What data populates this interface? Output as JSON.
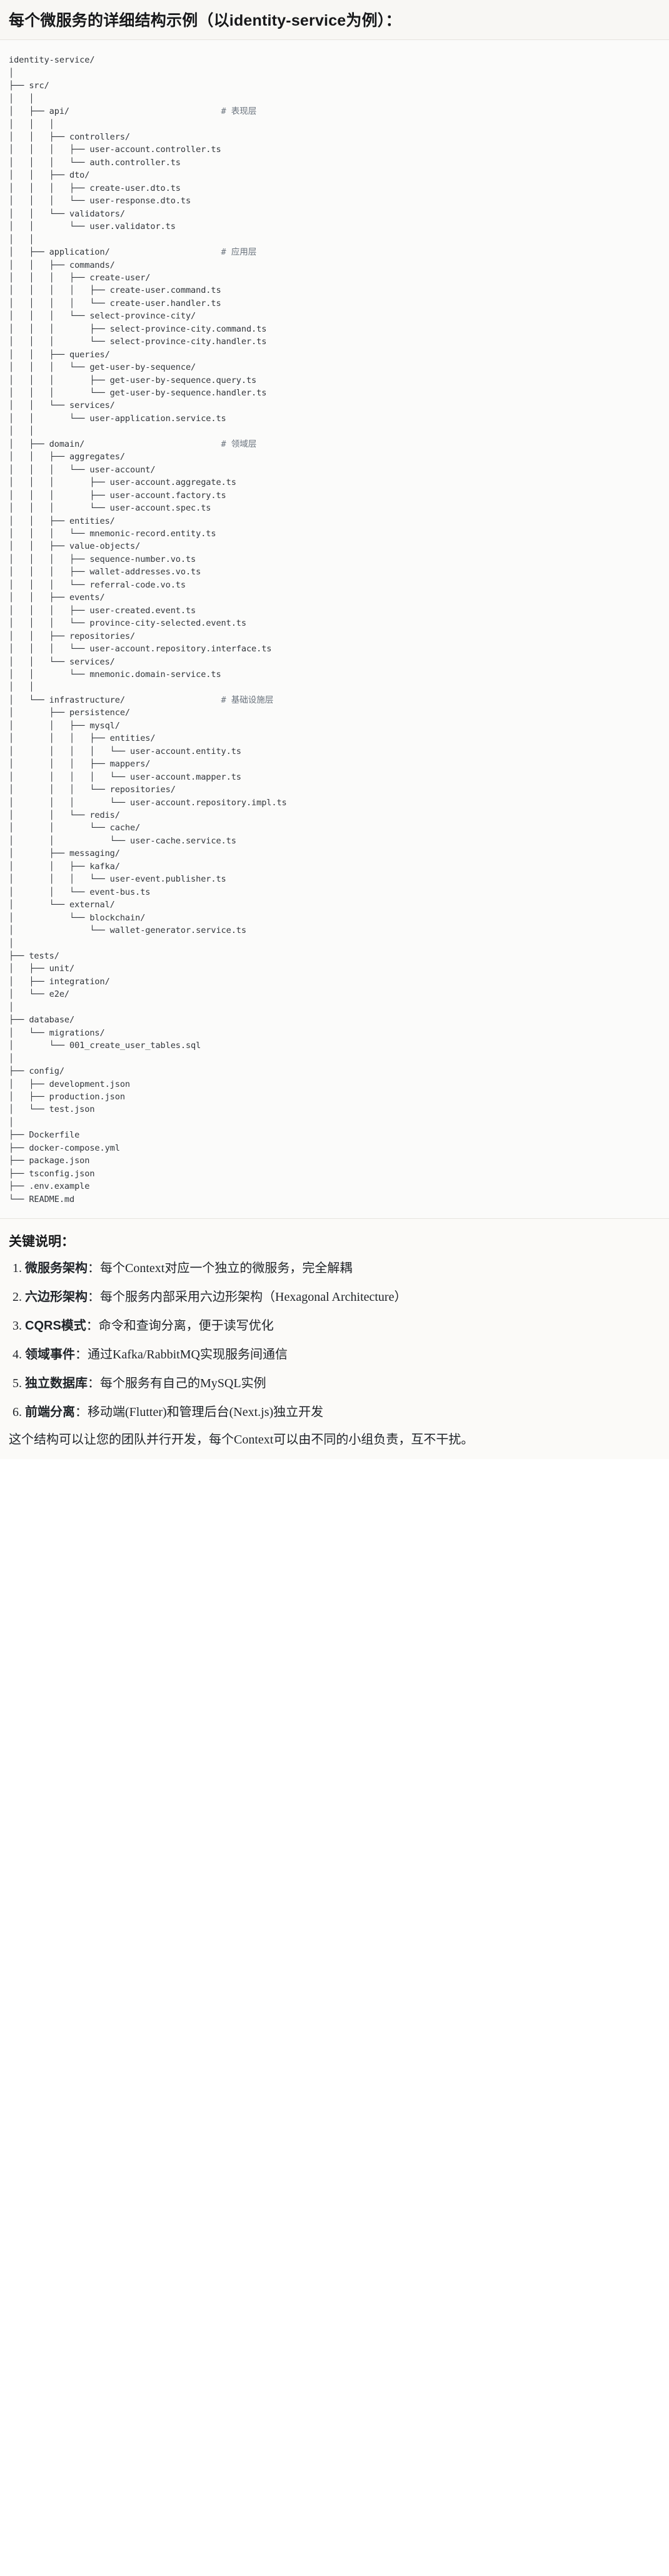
{
  "header": {
    "title": "每个微服务的详细结构示例（以identity-service为例）："
  },
  "tree": {
    "root": "identity-service/",
    "comments": {
      "api": "# 表现层",
      "application": "# 应用层",
      "domain": "# 领域层",
      "infrastructure": "# 基础设施层"
    },
    "text": "identity-service/\n│\n├── src/\n│   │\n│   ├── api/                              # 表现层\n│   │   │\n│   │   ├── controllers/\n│   │   │   ├── user-account.controller.ts\n│   │   │   └── auth.controller.ts\n│   │   ├── dto/\n│   │   │   ├── create-user.dto.ts\n│   │   │   └── user-response.dto.ts\n│   │   └── validators/\n│   │       └── user.validator.ts\n│   │\n│   ├── application/                      # 应用层\n│   │   ├── commands/\n│   │   │   ├── create-user/\n│   │   │   │   ├── create-user.command.ts\n│   │   │   │   └── create-user.handler.ts\n│   │   │   └── select-province-city/\n│   │   │       ├── select-province-city.command.ts\n│   │   │       └── select-province-city.handler.ts\n│   │   ├── queries/\n│   │   │   └── get-user-by-sequence/\n│   │   │       ├── get-user-by-sequence.query.ts\n│   │   │       └── get-user-by-sequence.handler.ts\n│   │   └── services/\n│   │       └── user-application.service.ts\n│   │\n│   ├── domain/                           # 领域层\n│   │   ├── aggregates/\n│   │   │   └── user-account/\n│   │   │       ├── user-account.aggregate.ts\n│   │   │       ├── user-account.factory.ts\n│   │   │       └── user-account.spec.ts\n│   │   ├── entities/\n│   │   │   └── mnemonic-record.entity.ts\n│   │   ├── value-objects/\n│   │   │   ├── sequence-number.vo.ts\n│   │   │   ├── wallet-addresses.vo.ts\n│   │   │   └── referral-code.vo.ts\n│   │   ├── events/\n│   │   │   ├── user-created.event.ts\n│   │   │   └── province-city-selected.event.ts\n│   │   ├── repositories/\n│   │   │   └── user-account.repository.interface.ts\n│   │   └── services/\n│   │       └── mnemonic.domain-service.ts\n│   │\n│   └── infrastructure/                   # 基础设施层\n│       ├── persistence/\n│       │   ├── mysql/\n│       │   │   ├── entities/\n│       │   │   │   └── user-account.entity.ts\n│       │   │   ├── mappers/\n│       │   │   │   └── user-account.mapper.ts\n│       │   │   └── repositories/\n│       │   │       └── user-account.repository.impl.ts\n│       │   └── redis/\n│       │       └── cache/\n│       │           └── user-cache.service.ts\n│       ├── messaging/\n│       │   ├── kafka/\n│       │   │   └── user-event.publisher.ts\n│       │   └── event-bus.ts\n│       └── external/\n│           └── blockchain/\n│               └── wallet-generator.service.ts\n│\n├── tests/\n│   ├── unit/\n│   ├── integration/\n│   └── e2e/\n│\n├── database/\n│   └── migrations/\n│       └── 001_create_user_tables.sql\n│\n├── config/\n│   ├── development.json\n│   ├── production.json\n│   └── test.json\n│\n├── Dockerfile\n├── docker-compose.yml\n├── package.json\n├── tsconfig.json\n├── .env.example\n└── README.md"
  },
  "notes": {
    "heading": "关键说明：",
    "items": [
      {
        "term": "微服务架构",
        "desc": "：每个Context对应一个独立的微服务，完全解耦"
      },
      {
        "term": "六边形架构",
        "desc": "：每个服务内部采用六边形架构（Hexagonal Architecture）"
      },
      {
        "term": "CQRS模式",
        "desc": "：命令和查询分离，便于读写优化"
      },
      {
        "term": "领域事件",
        "desc": "：通过Kafka/RabbitMQ实现服务间通信"
      },
      {
        "term": "独立数据库",
        "desc": "：每个服务有自己的MySQL实例"
      },
      {
        "term": "前端分离",
        "desc": "：移动端(Flutter)和管理后台(Next.js)独立开发"
      }
    ],
    "closing": "这个结构可以让您的团队并行开发，每个Context可以由不同的小组负责，互不干扰。"
  }
}
